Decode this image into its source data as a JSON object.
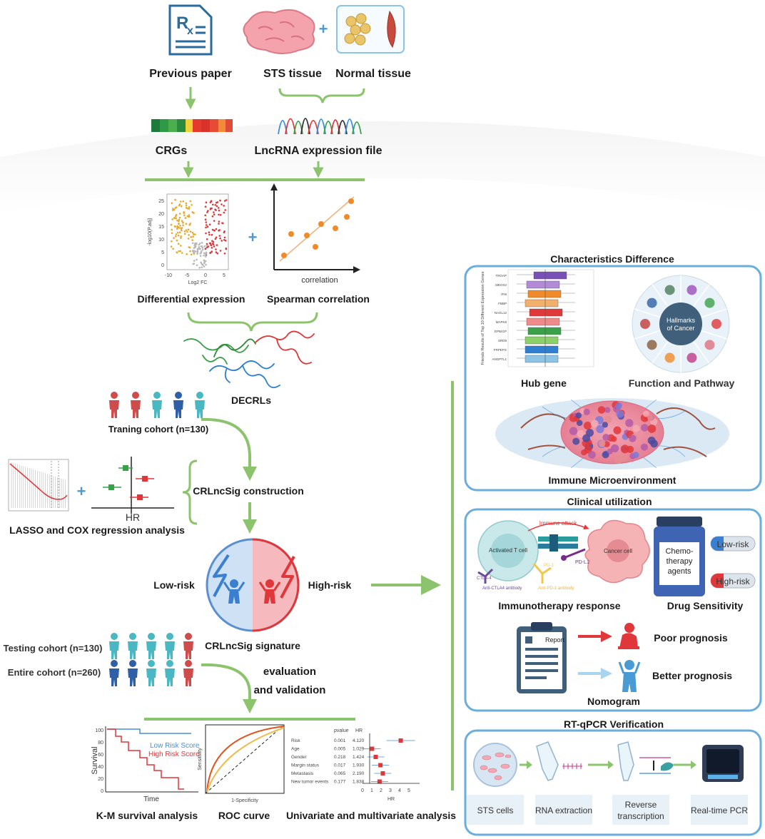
{
  "inputs": {
    "previous_paper": "Previous paper",
    "sts_tissue": "STS tissue",
    "normal_tissue": "Normal tissue",
    "crgs": "CRGs",
    "lncrna_file": "LncRNA expression file"
  },
  "analysis": {
    "differential_expression": "Differential expression",
    "spearman_correlation": "Spearman correlation",
    "correlation_axis": "correlation",
    "volcano_xlabel": "Log2 FC",
    "volcano_ylabel": "-log10(P.adj)",
    "volcano_yticks": [
      "25",
      "20",
      "15",
      "10",
      "5",
      "0"
    ],
    "volcano_xticks": [
      "-10",
      "-5",
      "0",
      "5"
    ],
    "decrls": "DECRLs"
  },
  "model": {
    "training_cohort": "Traning cohort (n=130)",
    "lasso_cox": "LASSO and COX regression analysis",
    "hr": "HR",
    "crlncsig_construction": "CRLncSig construction",
    "low_risk": "Low-risk",
    "high_risk": "High-risk",
    "crlncsig_signature": "CRLncSig signature",
    "testing_cohort": "Testing cohort (n=130)",
    "entire_cohort": "Entire cohort (n=260)",
    "evaluation": "evaluation",
    "and_validation": "and validation"
  },
  "bottom": {
    "km_title": "K-M survival analysis",
    "km_ylabel": "Survival",
    "km_xlabel": "Time",
    "km_yticks": [
      "100",
      "80",
      "60",
      "40",
      "20",
      "0"
    ],
    "km_low": "Low Risk Score",
    "km_high": "High Risk Score",
    "roc_title": "ROC curve",
    "roc_ylabel": "Sensitivity",
    "roc_xlabel": "1-Specificity",
    "forest_title": "Univariate and multivariate analysis",
    "forest_header_p": "pvalue",
    "forest_header_hr": "HR",
    "forest_xlabel": "HR",
    "forest_xticks": [
      "0",
      "1",
      "2",
      "3",
      "4",
      "5"
    ],
    "forest_rows": [
      {
        "name": "Risk",
        "p": "0.001",
        "hr": "4.120"
      },
      {
        "name": "Age",
        "p": "0.005",
        "hr": "1.029"
      },
      {
        "name": "Gender",
        "p": "0.218",
        "hr": "1.424"
      },
      {
        "name": "Margin status",
        "p": "0.017",
        "hr": "1.930"
      },
      {
        "name": "Metastasis",
        "p": "0.065",
        "hr": "2.190"
      },
      {
        "name": "New tumor events",
        "p": "0.177",
        "hr": "1.838"
      }
    ]
  },
  "panel1": {
    "title": "Characteristics Difference",
    "hub_gene": "Hub gene",
    "hub_ylabel": "Friends Results of Top 10 Different Expression Genes",
    "hub_genes": [
      "TROAP",
      "MEOX2",
      "IFI6",
      "FBBP",
      "NAGL12",
      "MAPK8",
      "EPB41P",
      "SRD9",
      "FRPEFG",
      "ANGPTL1"
    ],
    "function_pathway": "Function and Pathway",
    "hallmarks": "Hallmarks of Cancer",
    "immune": "Immune Microenvironment"
  },
  "panel2": {
    "title": "Clinical utilization",
    "immune_attack": "Immune attack",
    "activated_t_cell": "Activated T cell",
    "cancer_cell": "Cancer cell",
    "pd_l1": "PD-L1",
    "pd_1": "PD-1",
    "ctla4": "CTLA-4",
    "anti_ctla4": "Anti-CTLA4 antibody",
    "anti_pd1": "Anti-PD-1 antibody",
    "chemo": "Chemo-therapy agents",
    "low_risk": "Low-risk",
    "high_risk": "High-risk",
    "immunotherapy": "Immunotherapy response",
    "drug_sensitivity": "Drug Sensitivity",
    "report": "Report",
    "poor": "Poor prognosis",
    "better": "Better prognosis",
    "nomogram": "Nomogram"
  },
  "panel3": {
    "title": "RT-qPCR Verification",
    "steps": [
      "STS cells",
      "RNA extraction",
      "Reverse transcription",
      "Real-time PCR"
    ]
  },
  "colors": {
    "green_arrow": "#8cc46e",
    "panel_border": "#6aaedb",
    "low_blue": "#4a8fd6",
    "high_red": "#e0373a"
  }
}
